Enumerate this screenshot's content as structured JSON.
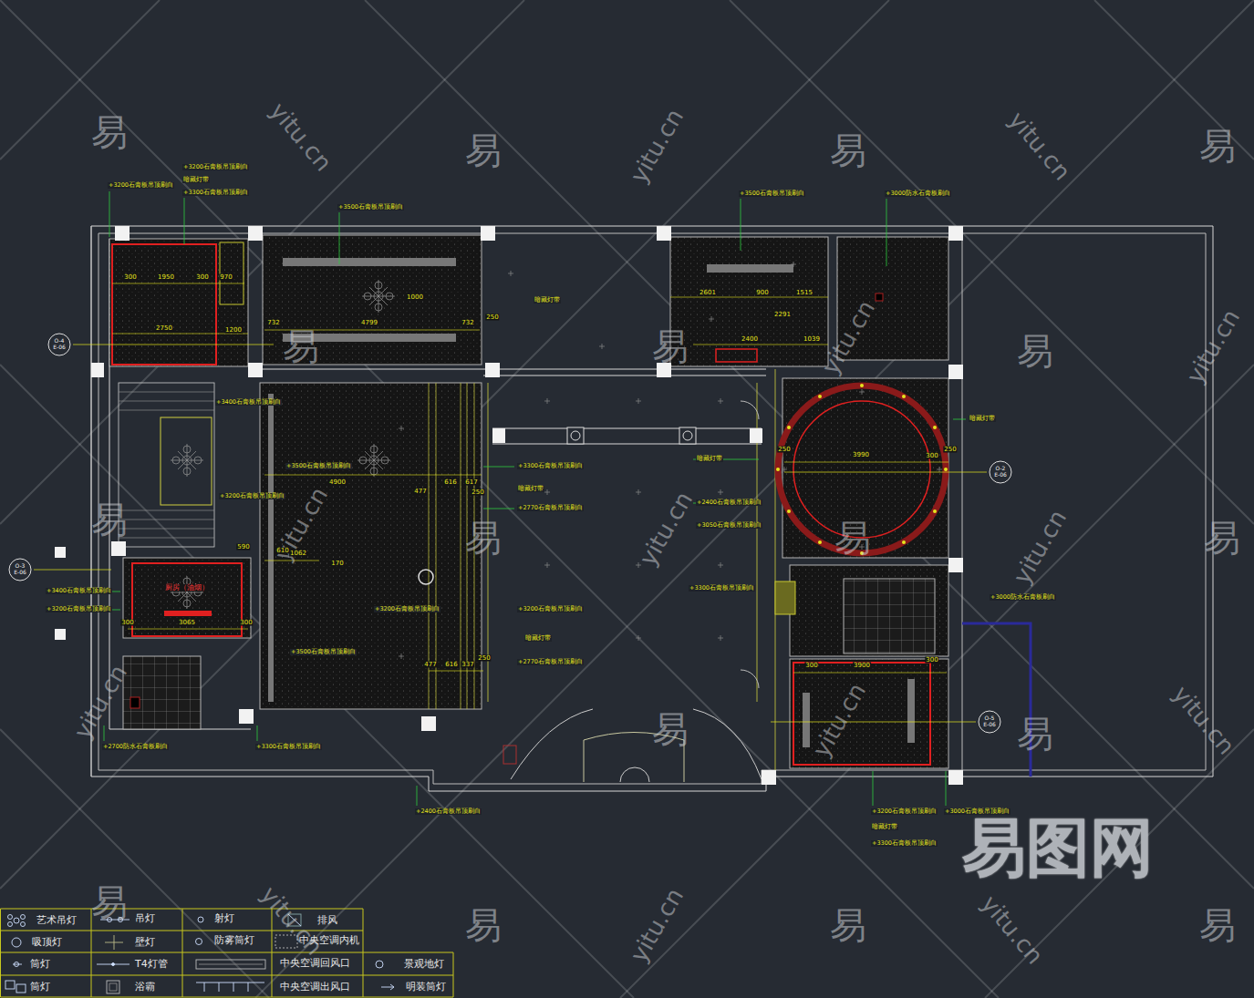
{
  "diagram": {
    "nodes": [
      {
        "text": [
          "O-4",
          "E-06"
        ]
      },
      {
        "text": [
          "O-2",
          "E-06"
        ]
      },
      {
        "text": [
          "O-3",
          "E-06"
        ]
      },
      {
        "text": [
          "O-5",
          "E-06"
        ]
      }
    ],
    "labels": [
      "易",
      "易",
      "易",
      "易",
      "易",
      "易",
      "易",
      "易",
      "易",
      "易",
      "易",
      "易",
      "易",
      "易",
      "易",
      "易",
      "易",
      "yitu.cn",
      "yitu.cn",
      "yitu.cn",
      "yitu.cn",
      "yitu.cn",
      "yitu.cn",
      "yitu.cn",
      "yitu.cn",
      "yitu.cn",
      "yitu.cn",
      "yitu.cn",
      "yitu.cn",
      "yitu.cn",
      "yitu.cn",
      "易图网",
      "+3200石膏板吊顶刷白",
      "+3200石膏板吊顶刷白",
      "暗藏灯带",
      "+3300石膏板吊顶刷白",
      "+3500石膏板吊顶刷白",
      "+3500石膏板吊顶刷白",
      "+3000防水石膏板刷白",
      "+3400石膏板吊顶刷白",
      "+3200石膏板吊顶刷白",
      "+3500石膏板吊顶刷白",
      "+3300石膏板吊顶刷白",
      "暗藏灯带",
      "+2770石膏板吊顶刷白",
      "暗藏灯带",
      "+2400石膏板吊顶刷白",
      "+3050石膏板吊顶刷白",
      "暗藏灯带",
      "暗藏灯带",
      "+3400石膏板吊顶刷白",
      "+3200石膏板吊顶刷白",
      "+3200石膏板吊顶刷白",
      "+3200石膏板吊顶刷白",
      "暗藏灯带",
      "+2770石膏板吊顶刷白",
      "+3300石膏板吊顶刷白",
      "+3000防水石膏板刷白",
      "+3500石膏板吊顶刷白",
      "+2700防水石膏板刷白",
      "+3300石膏板吊顶刷白",
      "+2400石膏板吊顶刷白",
      "+3200石膏板吊顶刷白",
      "+3000石膏板吊顶刷白",
      "暗藏灯带",
      "+3300石膏板吊顶刷白",
      "300",
      "1950",
      "300",
      "970",
      "2750",
      "1200",
      "732",
      "4799",
      "732",
      "1000",
      "250",
      "4900",
      "477",
      "616",
      "617",
      "250",
      "590",
      "610",
      "1062",
      "170",
      "477",
      "616",
      "337",
      "250",
      "2601",
      "900",
      "1515",
      "2291",
      "2400",
      "1039",
      "3990",
      "250",
      "300",
      "250",
      "300",
      "3065",
      "300",
      "300",
      "3900",
      "300",
      "厨房（油烟）"
    ],
    "legend": [
      {
        "text": "艺术吊灯"
      },
      {
        "text": "吊灯"
      },
      {
        "text": "射灯"
      },
      {
        "text": "排风"
      },
      {
        "text": "吸顶灯"
      },
      {
        "text": "壁灯"
      },
      {
        "text": "防雾筒灯"
      },
      {
        "text": "中央空调内机"
      },
      {
        "text": "筒灯"
      },
      {
        "text": "T4灯管"
      },
      {
        "text": "中央空调回风口"
      },
      {
        "text": "景观地灯"
      },
      {
        "text": "筒灯"
      },
      {
        "text": "浴霸"
      },
      {
        "text": "中央空调出风口"
      },
      {
        "text": "明装筒灯"
      }
    ]
  }
}
